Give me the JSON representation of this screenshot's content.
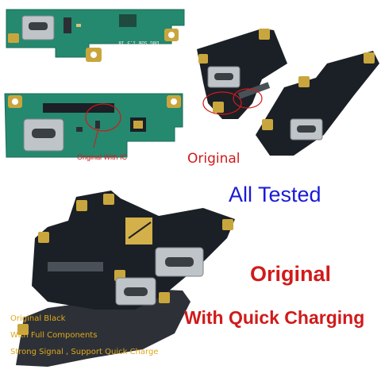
{
  "colors": {
    "board_green": "#24896f",
    "board_dark": "#1b2026",
    "pad_gold": "#c9a63d",
    "label_red": "#d11a1a",
    "label_blue": "#1a1ad8",
    "feature_gold": "#e0a81c"
  },
  "boards": {
    "top_left_silk": "DBG\nSUB\n1.3\n18"
  },
  "labels": {
    "original_with_ic": "Original With IC",
    "original_small": "Original",
    "all_tested": "All Tested",
    "original_big": "Original",
    "quick_charging": "With Quick Charging"
  },
  "features": [
    "Original Black",
    "With Full Components",
    "Strong Signal ,   Support Quick Charge"
  ]
}
